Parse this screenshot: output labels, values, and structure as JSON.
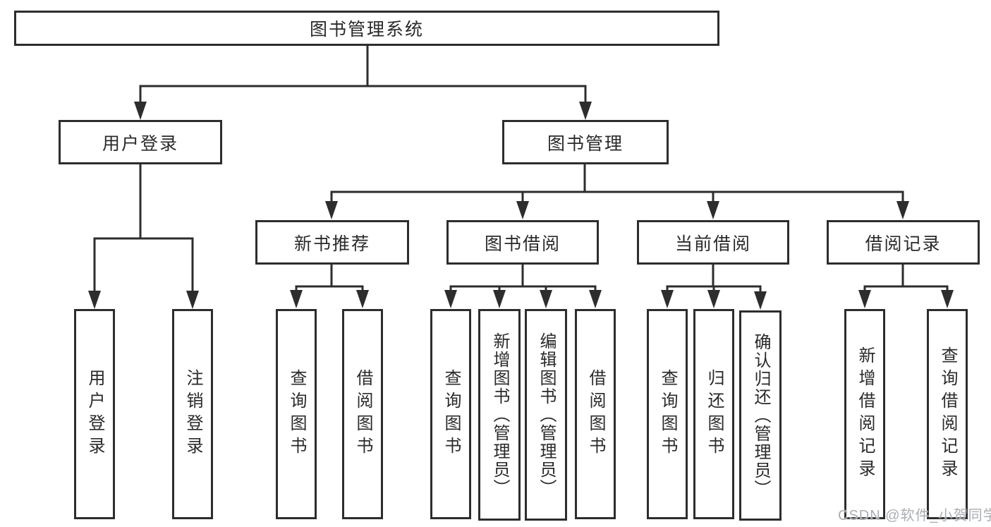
{
  "page": {
    "background": "#ffffff",
    "watermark": "CSDN @软件_小贺同学"
  },
  "diagram": {
    "type": "tree",
    "root": {
      "label": "图书管理系统"
    },
    "level2": [
      {
        "label": "用户登录"
      },
      {
        "label": "图书管理"
      }
    ],
    "level3": [
      {
        "label": "新书推荐"
      },
      {
        "label": "图书借阅"
      },
      {
        "label": "当前借阅"
      },
      {
        "label": "借阅记录"
      }
    ],
    "leaves": {
      "user_login": [
        {
          "label": "用户登录"
        },
        {
          "label": "注销登录"
        }
      ],
      "new_book_recommend": [
        {
          "label": "查询图书"
        },
        {
          "label": "借阅图书"
        }
      ],
      "book_borrow": [
        {
          "label": "查询图书"
        },
        {
          "label": "新增图书（管理员）"
        },
        {
          "label": "编辑图书（管理员）"
        },
        {
          "label": "借阅图书"
        }
      ],
      "current_borrow": [
        {
          "label": "查询图书"
        },
        {
          "label": "归还图书"
        },
        {
          "label": "确认归还（管理员）"
        }
      ],
      "borrow_records": [
        {
          "label": "新增借阅记录"
        },
        {
          "label": "查询借阅记录"
        }
      ]
    },
    "colors": {
      "line": "#2d2d2d",
      "box_border": "#2d2d2d",
      "text": "#2a2a2a",
      "watermark": "#a9aeb3",
      "background": "#ffffff"
    }
  }
}
